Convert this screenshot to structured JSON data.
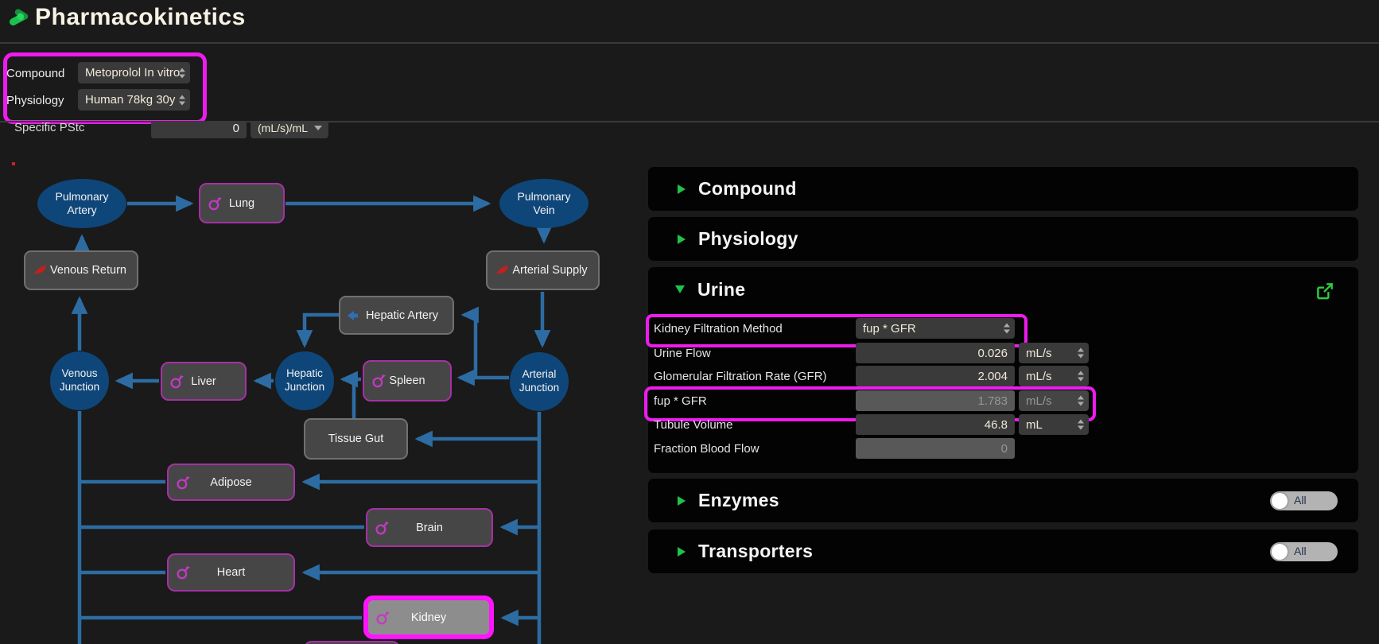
{
  "header": {
    "title": "Pharmacokinetics"
  },
  "controls": {
    "compound": {
      "label": "Compound",
      "value": "Metoprolol In vitro"
    },
    "physiology": {
      "label": "Physiology",
      "value": "Human 78kg 30y"
    },
    "specific_pstc": {
      "label": "Specific PStc",
      "value": "0",
      "unit": "(mL/s)/mL"
    }
  },
  "diagram": {
    "nodes": [
      {
        "label": "Pulmonary Artery"
      },
      {
        "label": "Lung"
      },
      {
        "label": "Pulmonary Vein"
      },
      {
        "label": "Venous Return"
      },
      {
        "label": "Arterial Supply"
      },
      {
        "label": "Hepatic Artery"
      },
      {
        "label": "Venous Junction"
      },
      {
        "label": "Liver"
      },
      {
        "label": "Hepatic Junction"
      },
      {
        "label": "Spleen"
      },
      {
        "label": "Arterial Junction"
      },
      {
        "label": "Tissue Gut"
      },
      {
        "label": "Adipose"
      },
      {
        "label": "Brain"
      },
      {
        "label": "Heart"
      },
      {
        "label": "Kidney"
      }
    ]
  },
  "panel": {
    "sections": {
      "compound": {
        "label": "Compound"
      },
      "physiology": {
        "label": "Physiology"
      },
      "urine": {
        "label": "Urine"
      },
      "enzymes": {
        "label": "Enzymes",
        "toggle_label": "All"
      },
      "transporters": {
        "label": "Transporters",
        "toggle_label": "All"
      }
    },
    "urine_rows": [
      {
        "label": "Kidney Filtration Method",
        "value": "fup * GFR"
      },
      {
        "label": "Urine Flow",
        "value": "0.026",
        "unit": "mL/s"
      },
      {
        "label": "Glomerular Filtration Rate (GFR)",
        "value": "2.004",
        "unit": "mL/s"
      },
      {
        "label": "fup * GFR",
        "value": "1.783",
        "unit": "mL/s"
      },
      {
        "label": "Tubule Volume",
        "value": "46.8",
        "unit": "mL"
      },
      {
        "label": "Fraction Blood Flow",
        "value": "0"
      }
    ]
  },
  "colors": {
    "accent_magenta": "#ee1bee",
    "selected_magenta": "#ff14ff",
    "green": "#21c24a",
    "flow_blue": "#2d6ca3",
    "node_blue": "#0f4679"
  }
}
